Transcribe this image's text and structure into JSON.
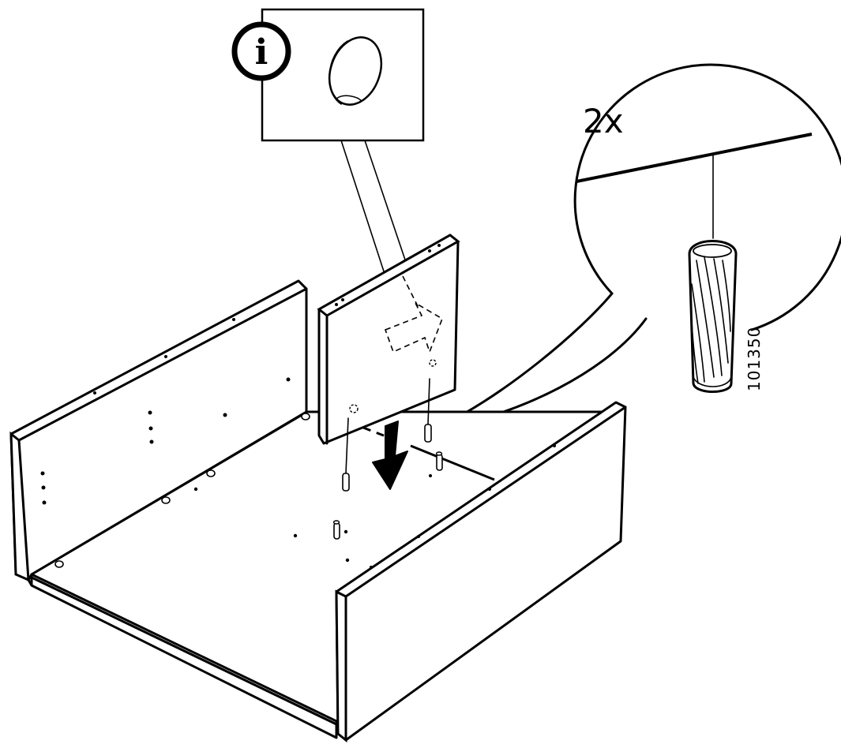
{
  "callout": {
    "quantity": "2x",
    "part_number": "101350"
  },
  "info_box": {
    "info_symbol": "i",
    "icon": "info-icon"
  },
  "arrow": {
    "icon": "down-arrow-icon"
  },
  "colors": {
    "line": "#000000",
    "background": "#ffffff"
  }
}
